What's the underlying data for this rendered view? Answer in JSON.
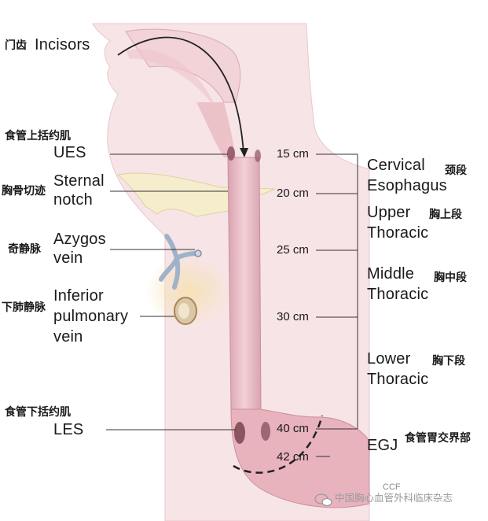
{
  "left_labels": {
    "incisors_zh": "门齿",
    "incisors_en": "Incisors",
    "ues_zh": "食管上括约肌",
    "ues_en": "UES",
    "sternal_zh": "胸骨切迹",
    "sternal_en1": "Sternal",
    "sternal_en2": "notch",
    "azygos_zh": "奇静脉",
    "azygos_en1": "Azygos",
    "azygos_en2": "vein",
    "ipv_zh": "下肺静脉",
    "ipv_en1": "Inferior",
    "ipv_en2": "pulmonary",
    "ipv_en3": "vein",
    "les_zh": "食管下括约肌",
    "les_en": "LES"
  },
  "distances": [
    "15 cm",
    "20 cm",
    "25 cm",
    "30 cm",
    "40 cm",
    "42 cm"
  ],
  "segments": {
    "cervical_en1": "Cervical",
    "cervical_en2": "Esophagus",
    "cervical_zh": "颈段",
    "upper_en1": "Upper",
    "upper_en2": "Thoracic",
    "upper_zh": "胸上段",
    "middle_en1": "Middle",
    "middle_en2": "Thoracic",
    "middle_zh": "胸中段",
    "lower_en1": "Lower",
    "lower_en2": "Thoracic",
    "lower_zh": "胸下段",
    "egj_en": "EGJ",
    "egj_zh": "食管胃交界部"
  },
  "credit": "CCF",
  "watermark": "中国胸心血管外科临床杂志",
  "colors": {
    "esophagus": "#eec4cc",
    "esophagus_edge": "#c98f9c",
    "skin": "#f7e4e6",
    "line": "#333333"
  }
}
